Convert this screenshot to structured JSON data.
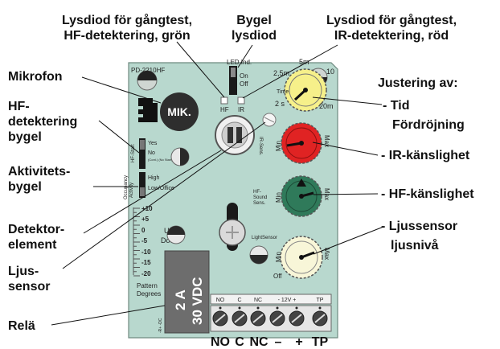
{
  "callouts": {
    "led_hf_line1": "Lysdiod för gångtest,",
    "led_hf_line2": "HF-detektering, grön",
    "bygel_line1": "Bygel",
    "bygel_line2": "lysdiod",
    "led_ir_line1": "Lysdiod för gångtest,",
    "led_ir_line2": "IR-detektering, röd",
    "mikrofon": "Mikrofon",
    "hf_bygel_line1": "HF-",
    "hf_bygel_line2": "detektering",
    "hf_bygel_line3": "bygel",
    "aktivitet_line1": "Aktivitets-",
    "aktivitet_line2": "bygel",
    "detektor_line1": "Detektor-",
    "detektor_line2": "element",
    "ljus_line1": "Ljus-",
    "ljus_line2": "sensor",
    "rela": "Relä",
    "justering": "Justering av:",
    "tid_line1": "- Tid",
    "tid_line2": "Fördröjning",
    "ir": "- IR-känslighet",
    "hf": "- HF-känslighet",
    "ljussensor_line1": "- Ljussensor",
    "ljussensor_line2": "ljusnivå"
  },
  "board": {
    "model": "PD-2210HF",
    "led_ind": "LED Ind.",
    "on": "On",
    "off": "Off",
    "hf": "HF",
    "ir": "IR",
    "mik": "MIK.",
    "hf_start": "HF-Start",
    "yes": "Yes",
    "no": "No",
    "cont_no_start": "(Cont.)\n(No Start)",
    "occupancy_activity": "Occupancy Activity",
    "high": "High",
    "low_office": "Low/Office",
    "ir_sens": "IR-Sens.",
    "time": "Time",
    "t_2s": "2 s",
    "t_25m": "2,5m",
    "t_5m": "5m",
    "t_10": "10",
    "t_20m": "20m",
    "min": "Min",
    "max": "Max",
    "hf_sound_sens": "HF-Sound Sens.",
    "lightsensor": "LightSensor",
    "off_lbl": "Off",
    "up": "Up",
    "down": "Down",
    "scale": [
      "+10",
      "+5",
      "0",
      "-5",
      "-10",
      "-15",
      "-20"
    ],
    "pattern_line1": "Pattern",
    "pattern_line2": "Degrees",
    "relay_line1": "2 A",
    "relay_line2": "30 VDC",
    "relay_side": "-R+ -DC",
    "terminal_headers": [
      "NO",
      "C",
      "NC",
      "- 12V +",
      "TP"
    ],
    "bottom_labels": [
      "NO",
      "C",
      "NC",
      "–",
      "+",
      "TP"
    ]
  }
}
